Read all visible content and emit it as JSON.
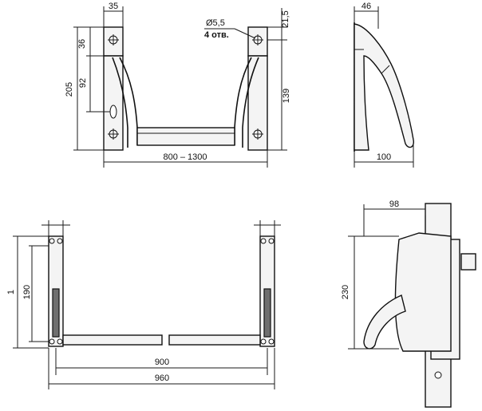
{
  "views": {
    "front": {
      "dims": {
        "top_width": "35",
        "hole_upper": "36",
        "total_height": "205",
        "hole_spacing": "92",
        "right_top": "21,5",
        "right_height": "139",
        "span": "800 – 1300"
      },
      "hole_note_line1": "Ø5,5",
      "hole_note_line2": "4 отв."
    },
    "side": {
      "dims": {
        "top": "46",
        "bottom": "100"
      }
    },
    "plan": {
      "dims": {
        "height_1": "1",
        "height_190": "190",
        "inner_span": "900",
        "outer_span": "960"
      }
    },
    "section": {
      "dims": {
        "depth": "98",
        "height": "230"
      }
    }
  },
  "colors": {
    "line": "#111111",
    "background": "#ffffff",
    "fill": "#f4f4f4",
    "shade": "#6f6f6f"
  }
}
